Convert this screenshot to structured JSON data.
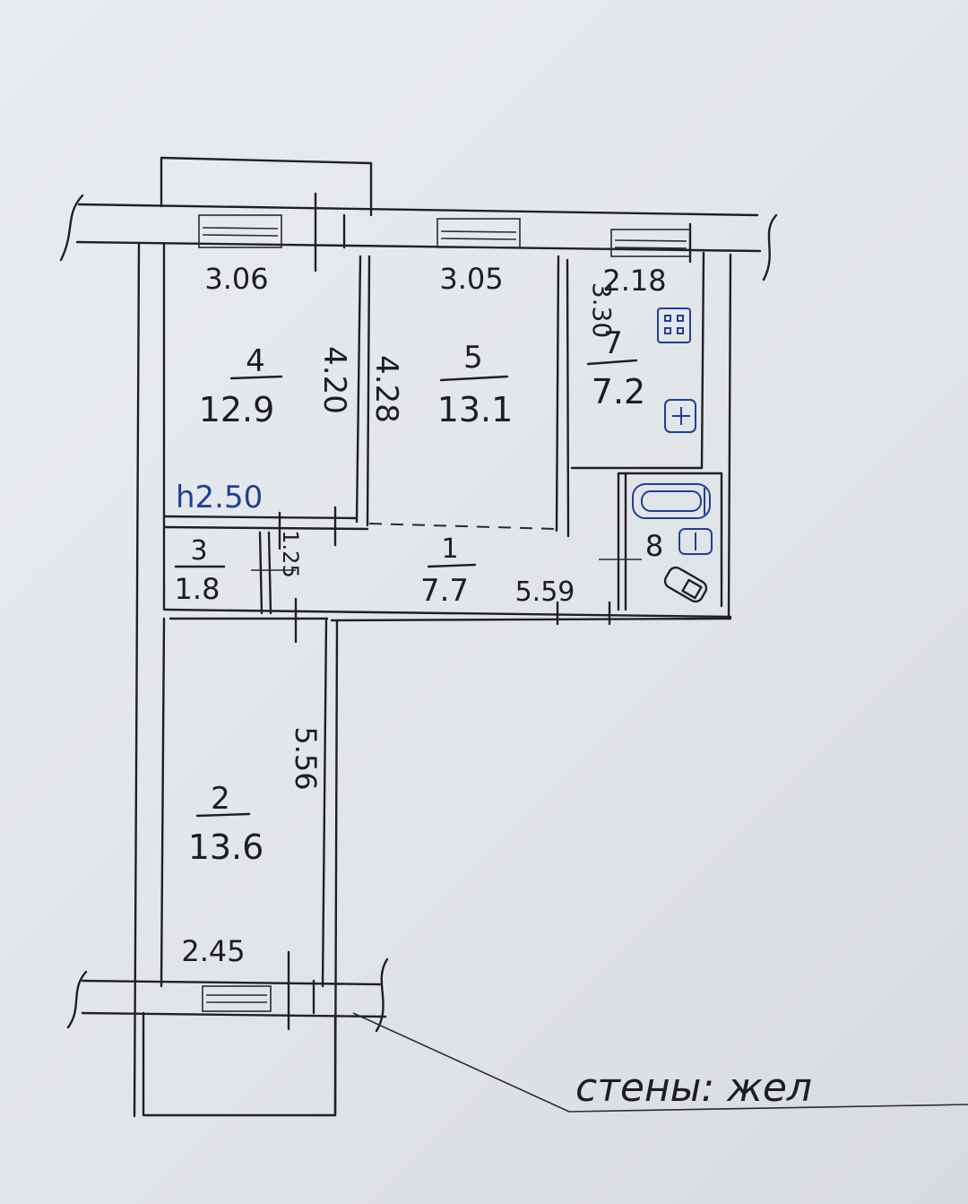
{
  "rooms": {
    "r4": {
      "number": "4",
      "area": "12.9"
    },
    "r5": {
      "number": "5",
      "area": "13.1"
    },
    "r7": {
      "number": "7",
      "area": "7.2"
    },
    "r3": {
      "number": "3",
      "area": "1.8"
    },
    "r1": {
      "number": "1",
      "area": "7.7"
    },
    "r8": {
      "number": "8"
    },
    "r2": {
      "number": "2",
      "area": "13.6"
    }
  },
  "dimensions": {
    "r4_width": "3.06",
    "r5_width": "3.05",
    "r7_width": "2.18",
    "r7_length": "3.30",
    "r4_length": "4.20",
    "r5_length": "4.28",
    "corridor_length": "5.59",
    "r3_length": "1.25",
    "r2_length": "5.56",
    "r2_width": "2.45"
  },
  "ceiling_height": "h2.50",
  "walls_note": "стены: жел",
  "colors": {
    "ink": "#202024",
    "blue_ink": "#1f3f9a",
    "paper": "#e4e7ea"
  },
  "icons": [
    "stove-icon",
    "sink-icon",
    "bathtub-icon",
    "washbasin-icon",
    "toilet-icon"
  ]
}
